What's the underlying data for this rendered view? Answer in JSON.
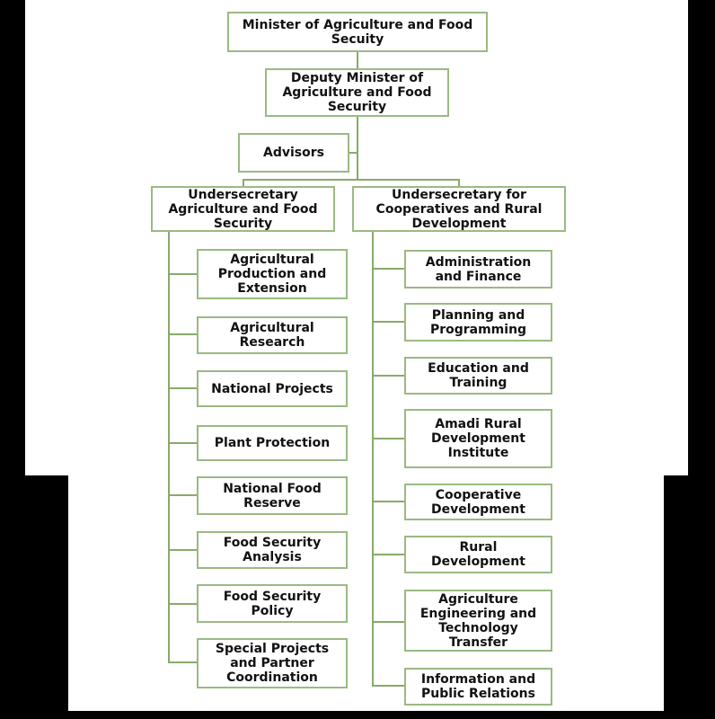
{
  "nodes": {
    "minister": {
      "label": "Minister of Agriculture and Food\nSecuity"
    },
    "deputy_minister": {
      "label": "Deputy Minister of\nAgriculture and Food\nSecurity"
    },
    "advisors": {
      "label": "Advisors"
    },
    "undersecretary_agriculture": {
      "label": "Undersecretary\nAgriculture and Food\nSecurity"
    },
    "undersecretary_cooperatives": {
      "label": "Undersecretary for\nCooperatives and Rural\nDevelopment"
    },
    "agriculture_children": [
      {
        "label": "Agricultural\nProduction and\nExtension"
      },
      {
        "label": "Agricultural\nResearch"
      },
      {
        "label": "National Projects"
      },
      {
        "label": "Plant Protection"
      },
      {
        "label": "National Food\nReserve"
      },
      {
        "label": "Food Security\nAnalysis"
      },
      {
        "label": "Food Security\nPolicy"
      },
      {
        "label": "Special Projects\nand Partner\nCoordination"
      }
    ],
    "cooperatives_children": [
      {
        "label": "Administration\nand Finance"
      },
      {
        "label": "Planning and\nProgramming"
      },
      {
        "label": "Education and\nTraining"
      },
      {
        "label": "Amadi Rural\nDevelopment\nInstitute"
      },
      {
        "label": "Cooperative\nDevelopment"
      },
      {
        "label": "Rural\nDevelopment"
      },
      {
        "label": "Agriculture\nEngineering and\nTechnology\nTransfer"
      },
      {
        "label": "Information and\nPublic Relations"
      }
    ]
  },
  "colors": {
    "box_border": "#9bb983",
    "connector": "#88aa6b",
    "text": "#111111",
    "background": "#ffffff",
    "frame": "#000000"
  }
}
